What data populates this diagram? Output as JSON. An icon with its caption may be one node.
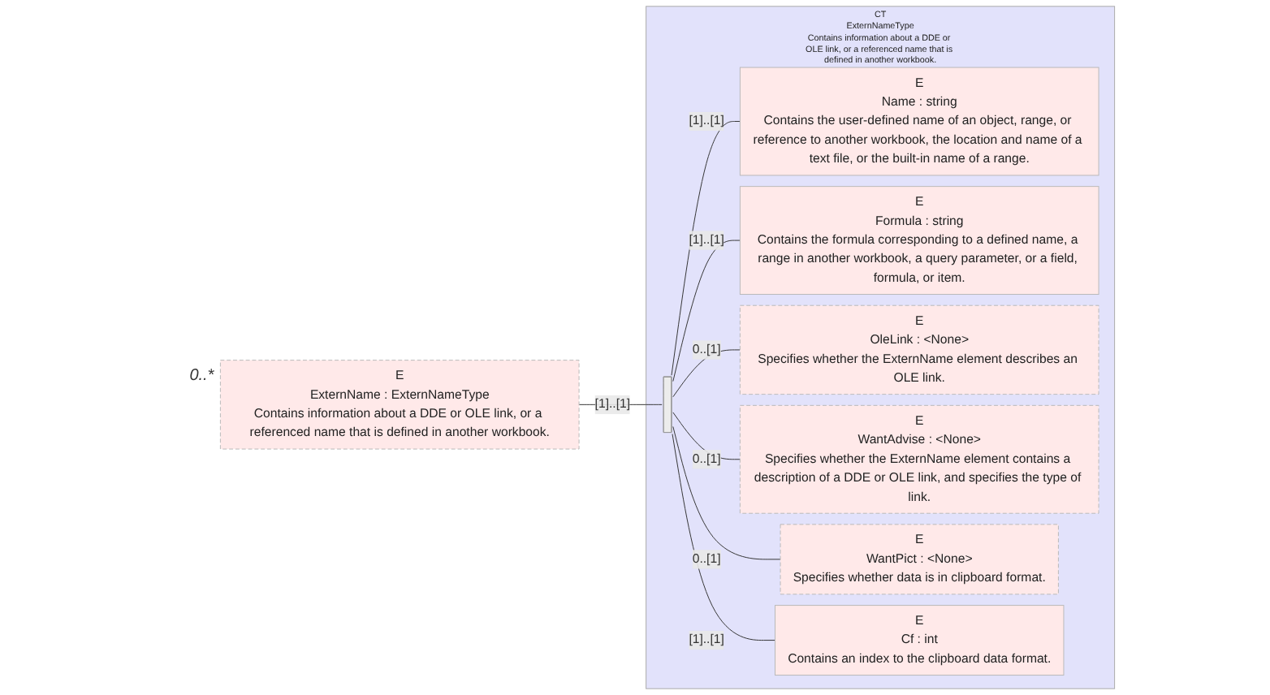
{
  "diagram": {
    "nodes": [
      {
        "text": [
          "E",
          "ExternName : ExternNameType",
          "Contains information about a DDE or OLE link, or a referenced name that is defined in another workbook."
        ],
        "beside": [
          "0..*"
        ]
      },
      {
        "text": [
          "CT",
          "ExternNameType",
          "Contains information about a DDE or OLE link, or a referenced name that is defined in another workbook."
        ]
      },
      {
        "text": [],
        "shape": "bar",
        "in": 1
      },
      {
        "text": [
          "E",
          "Name : string",
          "Contains the user-defined name of an object, range, or reference to another workbook, the location and name of a text file, or the built-in name of a range."
        ],
        "in": 1
      },
      {
        "text": [
          "E",
          "Formula : string",
          "Contains the formula corresponding to a defined name, a range in another workbook, a query parameter, or a field, formula, or item."
        ],
        "in": 1
      },
      {
        "text": [
          "E",
          "OleLink : <None>",
          "Specifies whether the ExternName element describes an OLE link."
        ],
        "in": 1
      },
      {
        "text": [
          "E",
          "WantAdvise : <None>",
          "Specifies whether the ExternName element contains a description of a DDE or OLE link, and specifies the type of link."
        ],
        "in": 1
      },
      {
        "text": [
          "E",
          "WantPict : <None>",
          "Specifies whether data is in clipboard format."
        ],
        "in": 1
      },
      {
        "text": [
          "E",
          "Cf : int",
          "Contains an index to the clipboard data format."
        ],
        "in": 1
      }
    ],
    "edges": [
      {
        "from": 0,
        "to": 2,
        "arrow": "none",
        "label": "[1]..[1]"
      },
      {
        "from": 2,
        "to": 3,
        "arrow": "none",
        "label": "[1]..[1]"
      },
      {
        "from": 2,
        "to": 4,
        "arrow": "none",
        "label": "[1]..[1]"
      },
      {
        "from": 2,
        "to": 5,
        "arrow": "none",
        "label": "0..[1]"
      },
      {
        "from": 2,
        "to": 6,
        "arrow": "none",
        "label": "0..[1]"
      },
      {
        "from": 2,
        "to": 7,
        "arrow": "none",
        "label": "0..[1]"
      },
      {
        "from": 2,
        "to": 8,
        "arrow": "none",
        "label": "[1]..[1]"
      }
    ]
  }
}
